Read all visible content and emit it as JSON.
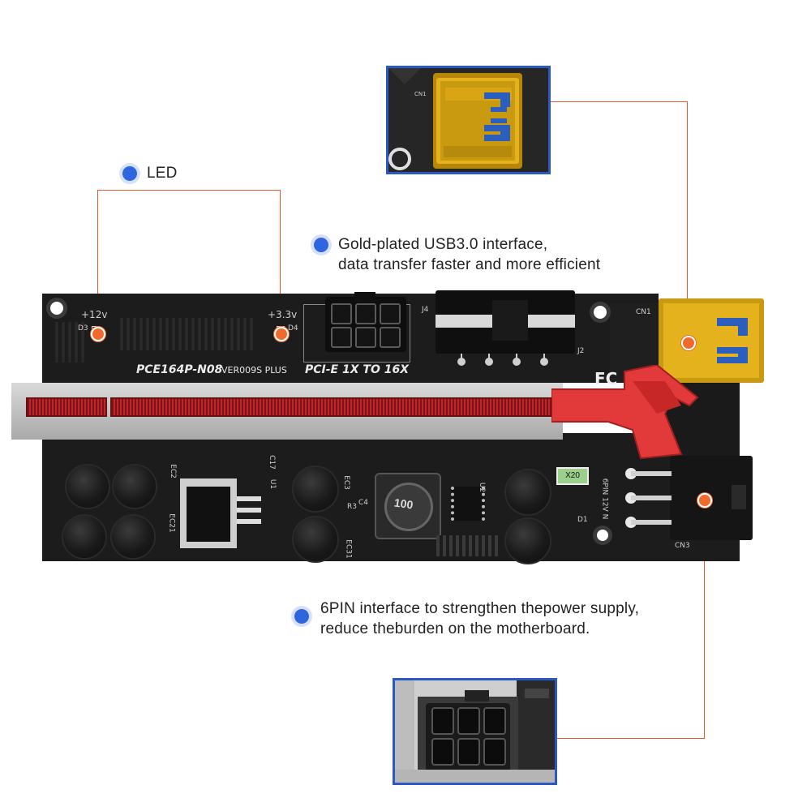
{
  "callouts": {
    "led": {
      "label": "LED"
    },
    "usb": {
      "line1": "Gold-plated USB3.0 interface,",
      "line2": "data transfer faster and more efficient"
    },
    "power": {
      "line1": "6PIN interface to strengthen thepower supply,",
      "line2": "reduce theburden on the motherboard."
    }
  },
  "board": {
    "model": "PCE164P-N08",
    "version": "VER009S PLUS",
    "pcie_label": "PCI-E 1X TO 16X",
    "v12": "+12v",
    "v33": "+3.3v",
    "d3": "D3",
    "d4": "D4",
    "j4": "J4",
    "j2": "J2",
    "cn1": "CN1",
    "cn3": "CN3",
    "six_pin_label": "6PIN 12V N",
    "fuse": "X20",
    "inductor": "100",
    "fcc": "FC",
    "ec_labels": [
      "EC2",
      "EC21",
      "EC3",
      "EC31",
      "U1",
      "C17",
      "U2",
      "C4",
      "R3",
      "D1"
    ]
  },
  "colors": {
    "accent_line": "#e8572a",
    "bullet": "#2f66e0",
    "frame_border": "#2b59c3",
    "pcb": "#1c1c1c",
    "slot_red": "#c0262c",
    "gold": "#d9a514"
  }
}
